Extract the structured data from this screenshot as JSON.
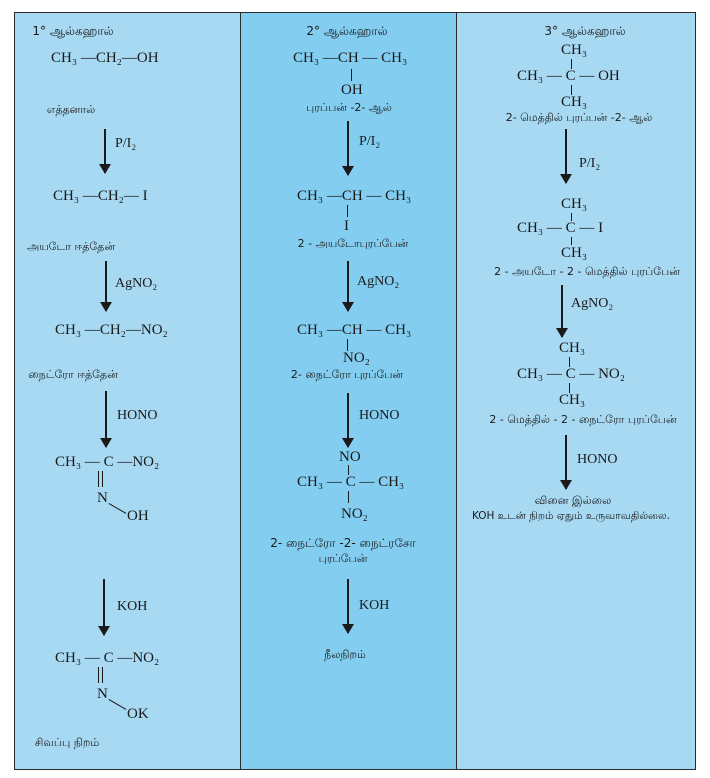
{
  "col1": {
    "header": "1° ஆல்கஹால்",
    "formula1": "CH₃ —CH₂—OH",
    "name1": "எத்தனால்",
    "reagent1": "P/I₂",
    "formula2": "CH₃ —CH₂— I",
    "name2": "அயடோ ஈத்தேன்",
    "reagent2": "AgNO₂",
    "formula3": "CH₃ —CH₂—NO₂",
    "name3": "நைட்ரோ ஈத்தேன்",
    "reagent3": "HONO",
    "s4_left": "CH₃ — C —NO₂",
    "s4_n": "N",
    "s4_oh": "OH",
    "reagent4": "KOH",
    "s5_left": "CH₃ — C —NO₂",
    "s5_n": "N",
    "s5_ok": "OK",
    "result": "சிவப்பு நிறம்"
  },
  "col2": {
    "header": "2° ஆல்கஹால்",
    "formula1": "CH₃ —CH — CH₃",
    "oh": "OH",
    "name1": "புரப்பன் -2- ஆல்",
    "reagent1": "P/I₂",
    "formula2": "CH₃ —CH — CH₃",
    "i": "I",
    "name2": "2 - அயடோபுரப்பேன்",
    "reagent2": "AgNO₂",
    "formula3": "CH₃ —CH — CH₃",
    "no2": "NO₂",
    "name3": "2- நைட்ரோ புரப்பேன்",
    "reagent3": "HONO",
    "no_top": "NO",
    "formula4": "CH₃ — C — CH₃",
    "no2_bottom": "NO₂",
    "name4_line1": "2- நைட்ரோ -2- நைட்ரசோ",
    "name4_line2": "புரப்பேன்",
    "reagent4": "KOH",
    "result": "நீலநிறம்"
  },
  "col3": {
    "header": "3° ஆல்கஹால்",
    "f1_top": "CH₃",
    "f1_mid": "CH₃ — C — OH",
    "f1_bot": "CH₃",
    "name1": "2- மெத்தில் புரப்பன் -2- ஆல்",
    "reagent1": "P/I₂",
    "f2_top": "CH₃",
    "f2_mid": "CH₃ — C — I",
    "f2_bot": "CH₃",
    "name2": "2 - அயடோ - 2 - மெத்தில் புரப்பேன்",
    "reagent2": "AgNO₂",
    "f3_top": "CH₃",
    "f3_mid": "CH₃ — C — NO₂",
    "f3_bot": "CH₃",
    "name3": "2 - மெத்தில் - 2 - நைட்ரோ புரப்பேன்",
    "reagent3": "HONO",
    "result_line1": "வினை இல்லை",
    "result_line2": "KOH உடன் நிறம் ஏதும் உருவாவதில்லை."
  }
}
